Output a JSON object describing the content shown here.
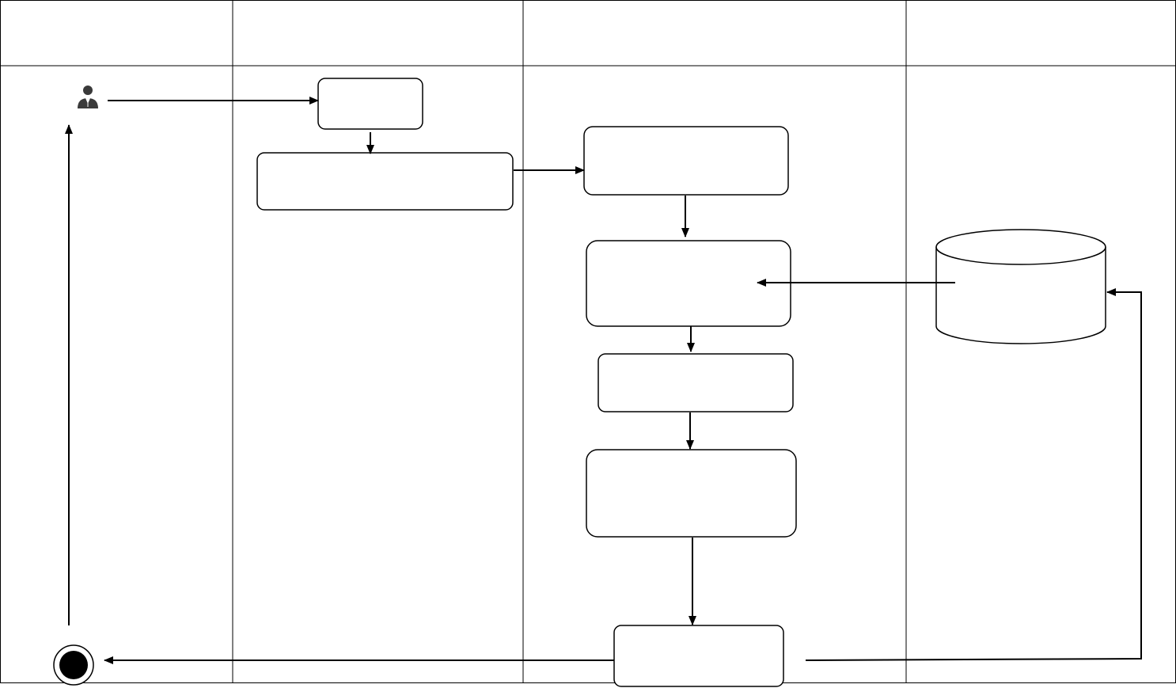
{
  "diagram": {
    "type": "swimlane-activity",
    "lanes": [
      {
        "id": "lane-1",
        "title": ""
      },
      {
        "id": "lane-2",
        "title": ""
      },
      {
        "id": "lane-3",
        "title": ""
      },
      {
        "id": "lane-4",
        "title": ""
      }
    ],
    "nodes": [
      {
        "id": "actor",
        "kind": "actor-icon",
        "label": ""
      },
      {
        "id": "step-1",
        "kind": "activity",
        "label": ""
      },
      {
        "id": "step-2",
        "kind": "activity",
        "label": ""
      },
      {
        "id": "step-3",
        "kind": "activity",
        "label": ""
      },
      {
        "id": "step-4",
        "kind": "activity",
        "label": ""
      },
      {
        "id": "step-5",
        "kind": "activity",
        "label": ""
      },
      {
        "id": "step-6",
        "kind": "activity",
        "label": ""
      },
      {
        "id": "step-7",
        "kind": "activity",
        "label": ""
      },
      {
        "id": "database",
        "kind": "datastore",
        "label": ""
      },
      {
        "id": "end",
        "kind": "final-node",
        "label": ""
      }
    ],
    "edges": [
      {
        "from": "actor",
        "to": "step-1"
      },
      {
        "from": "step-1",
        "to": "step-2"
      },
      {
        "from": "step-2",
        "to": "step-3"
      },
      {
        "from": "step-3",
        "to": "step-4"
      },
      {
        "from": "database",
        "to": "step-4"
      },
      {
        "from": "step-4",
        "to": "step-5"
      },
      {
        "from": "step-5",
        "to": "step-6"
      },
      {
        "from": "step-6",
        "to": "step-7"
      },
      {
        "from": "step-7",
        "to": "end"
      },
      {
        "from": "step-7",
        "to": "database"
      },
      {
        "from": "end",
        "to": "actor"
      }
    ]
  }
}
